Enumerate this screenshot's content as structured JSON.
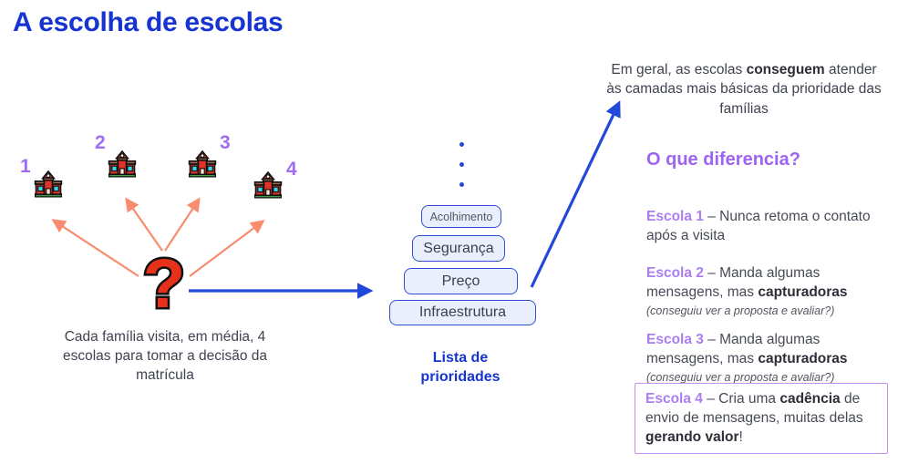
{
  "title": "A escolha de escolas",
  "left": {
    "school_numbers": [
      "1",
      "2",
      "3",
      "4"
    ],
    "question_mark": "?",
    "caption": "Cada família visita, em média, 4 escolas para tomar a decisão da matrícula"
  },
  "pyramid": {
    "levels": [
      "Acolhimento",
      "Segurança",
      "Preço",
      "Infraestrutura"
    ],
    "label": "Lista de prioridades"
  },
  "right": {
    "intro": {
      "pre": "Em geral, as escolas ",
      "bold": "conseguem",
      "post": " atender às camadas mais básicas da prioridade das famílias"
    },
    "heading": "O que diferencia?",
    "items": [
      {
        "label": "Escola 1",
        "text": " – Nunca retoma o contato após a visita"
      },
      {
        "label": "Escola 2",
        "pre": " – Manda algumas mensagens, mas ",
        "bold": "capturadoras",
        "note": "(conseguiu ver a proposta e avaliar?)"
      },
      {
        "label": "Escola 3",
        "pre": " – Manda algumas mensagens, mas ",
        "bold": "capturadoras",
        "note": "(conseguiu ver a proposta e avaliar?)"
      },
      {
        "label": "Escola 4",
        "pre": " – Cria uma ",
        "bold": "cadência",
        "mid": " de envio de mensagens, muitas delas ",
        "bold2": "gerando valor",
        "post": "!"
      }
    ]
  },
  "colors": {
    "title_blue": "#1634d0",
    "arrow_blue": "#2148d8",
    "arrow_orange": "#f98c6e",
    "purple_heading": "#9e63f2",
    "purple_label": "#ab7ef2",
    "purple_numbers": "#a06cf5",
    "pyramid_fill": "#e9effc",
    "pyramid_border": "#2d51d4",
    "escola4_box_border": "#c98ef2",
    "question_red": "#e8311a",
    "body_text": "#474b57"
  }
}
